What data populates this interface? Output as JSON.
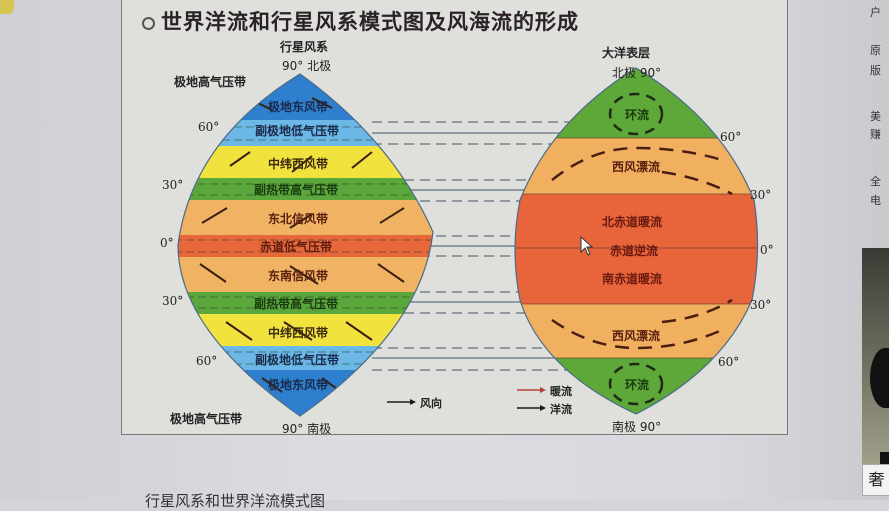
{
  "title": "世界洋流和行星风系模式图及风海流的形成",
  "left_diagram": {
    "heading": "行星风系",
    "north_pole": "90° 北极",
    "south_pole": "90° 南极",
    "polar_high_north": "极地高气压带",
    "polar_high_south": "极地高气压带",
    "latitudes": [
      "60°",
      "30°",
      "0°",
      "30°",
      "60°"
    ],
    "bands": [
      {
        "label": "极地东风带",
        "color": "#2e7fce"
      },
      {
        "label": "副极地低气压带",
        "color": "#6bb8e6"
      },
      {
        "label": "中纬西风带",
        "color": "#f2e23e"
      },
      {
        "label": "副热带高气压带",
        "color": "#5aa83c"
      },
      {
        "label": "东北信风带",
        "color": "#f0b363"
      },
      {
        "label": "赤道低气压带",
        "color": "#e8673a"
      },
      {
        "label": "东南信风带",
        "color": "#f0b363"
      },
      {
        "label": "副热带高气压带",
        "color": "#5aa83c"
      },
      {
        "label": "中纬西风带",
        "color": "#f2e23e"
      },
      {
        "label": "副极地低气压带",
        "color": "#6bb8e6"
      },
      {
        "label": "极地东风带",
        "color": "#2e7fce"
      }
    ]
  },
  "right_diagram": {
    "heading": "大洋表层",
    "north_pole": "北极 90°",
    "south_pole": "南极 90°",
    "latitudes": [
      "60°",
      "30°",
      "0°",
      "30°",
      "60°"
    ],
    "zones": [
      {
        "label": "环流",
        "color": "#5ea83a"
      },
      {
        "label": "西风漂流",
        "color": "#f0b060"
      },
      {
        "label": "北赤道暖流",
        "color": "#e8643a"
      },
      {
        "label": "赤道逆流",
        "color": "#e8643a"
      },
      {
        "label": "南赤道暖流",
        "color": "#e8643a"
      },
      {
        "label": "西风漂流",
        "color": "#f0b060"
      },
      {
        "label": "环流",
        "color": "#5ea83a"
      }
    ]
  },
  "legend": {
    "wind": "风向",
    "warm_current": "暖流",
    "ocean_current": "洋流",
    "warm_color": "#b5413a",
    "current_color": "#1a1a1a"
  },
  "side_panel": {
    "lines": [
      "户",
      "原",
      "版",
      "美",
      "赚",
      "全",
      "电"
    ],
    "video_tag": "奢"
  },
  "bottom_caption": "行星风系和世界洋流模式图"
}
